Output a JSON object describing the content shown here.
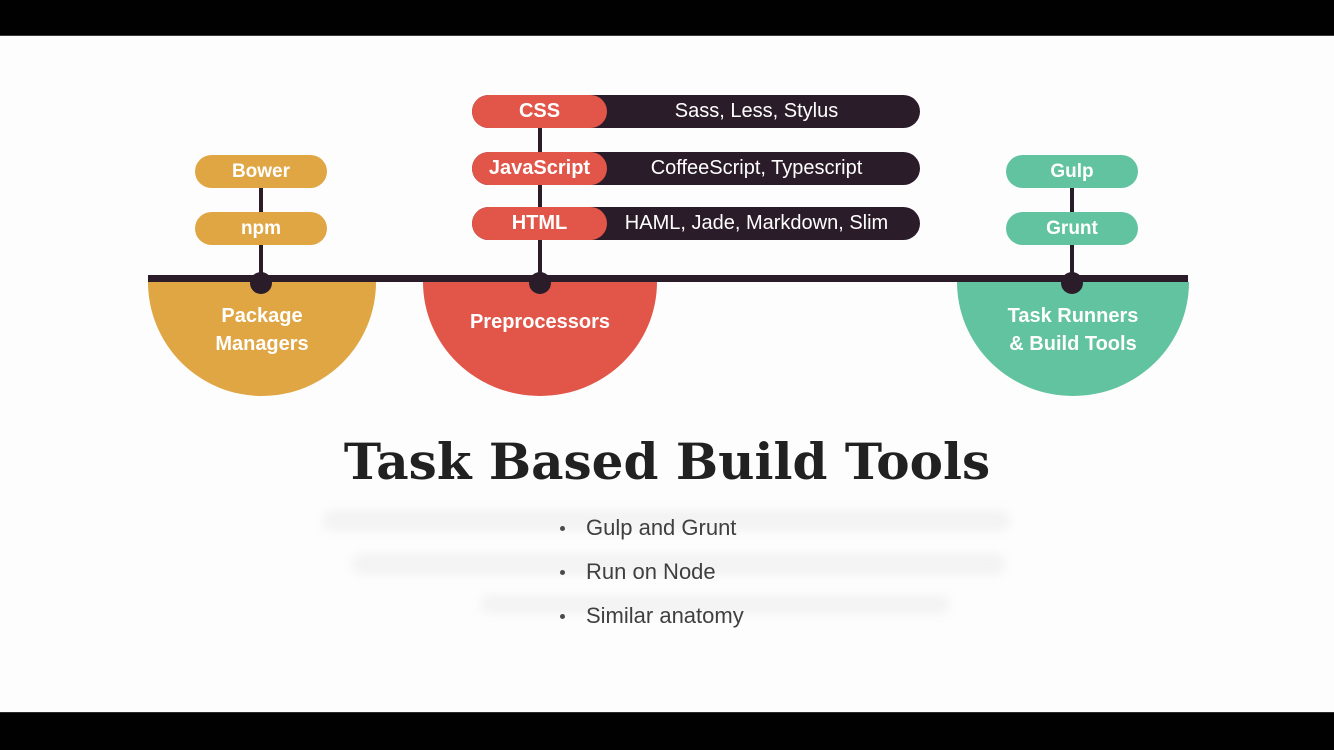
{
  "frame": {
    "letterbox_color": "#000000"
  },
  "slide": {
    "background": "#fdfdfd",
    "title": "Task Based Build Tools",
    "bullets": [
      "Gulp and Grunt",
      "Run on Node",
      "Similar anatomy"
    ],
    "timeline": {
      "line_color": "#2b1c29",
      "groups": [
        {
          "label": "Package Managers",
          "color": "#e0a643",
          "pills": [
            "Bower",
            "npm"
          ]
        },
        {
          "label": "Preprocessors",
          "color": "#e25649",
          "rows": [
            {
              "tag": "CSS",
              "tools": "Sass, Less, Stylus"
            },
            {
              "tag": "JavaScript",
              "tools": "CoffeeScript, Typescript"
            },
            {
              "tag": "HTML",
              "tools": "HAML, Jade, Markdown, Slim"
            }
          ],
          "row_background": "#2b1c29"
        },
        {
          "label": "Task Runners & Build Tools",
          "color": "#62c3a0",
          "pills": [
            "Gulp",
            "Grunt"
          ]
        }
      ]
    },
    "colors": {
      "title_text": "#212121",
      "bullet_text": "#3f3f3f",
      "pill_text": "#ffffff"
    }
  }
}
